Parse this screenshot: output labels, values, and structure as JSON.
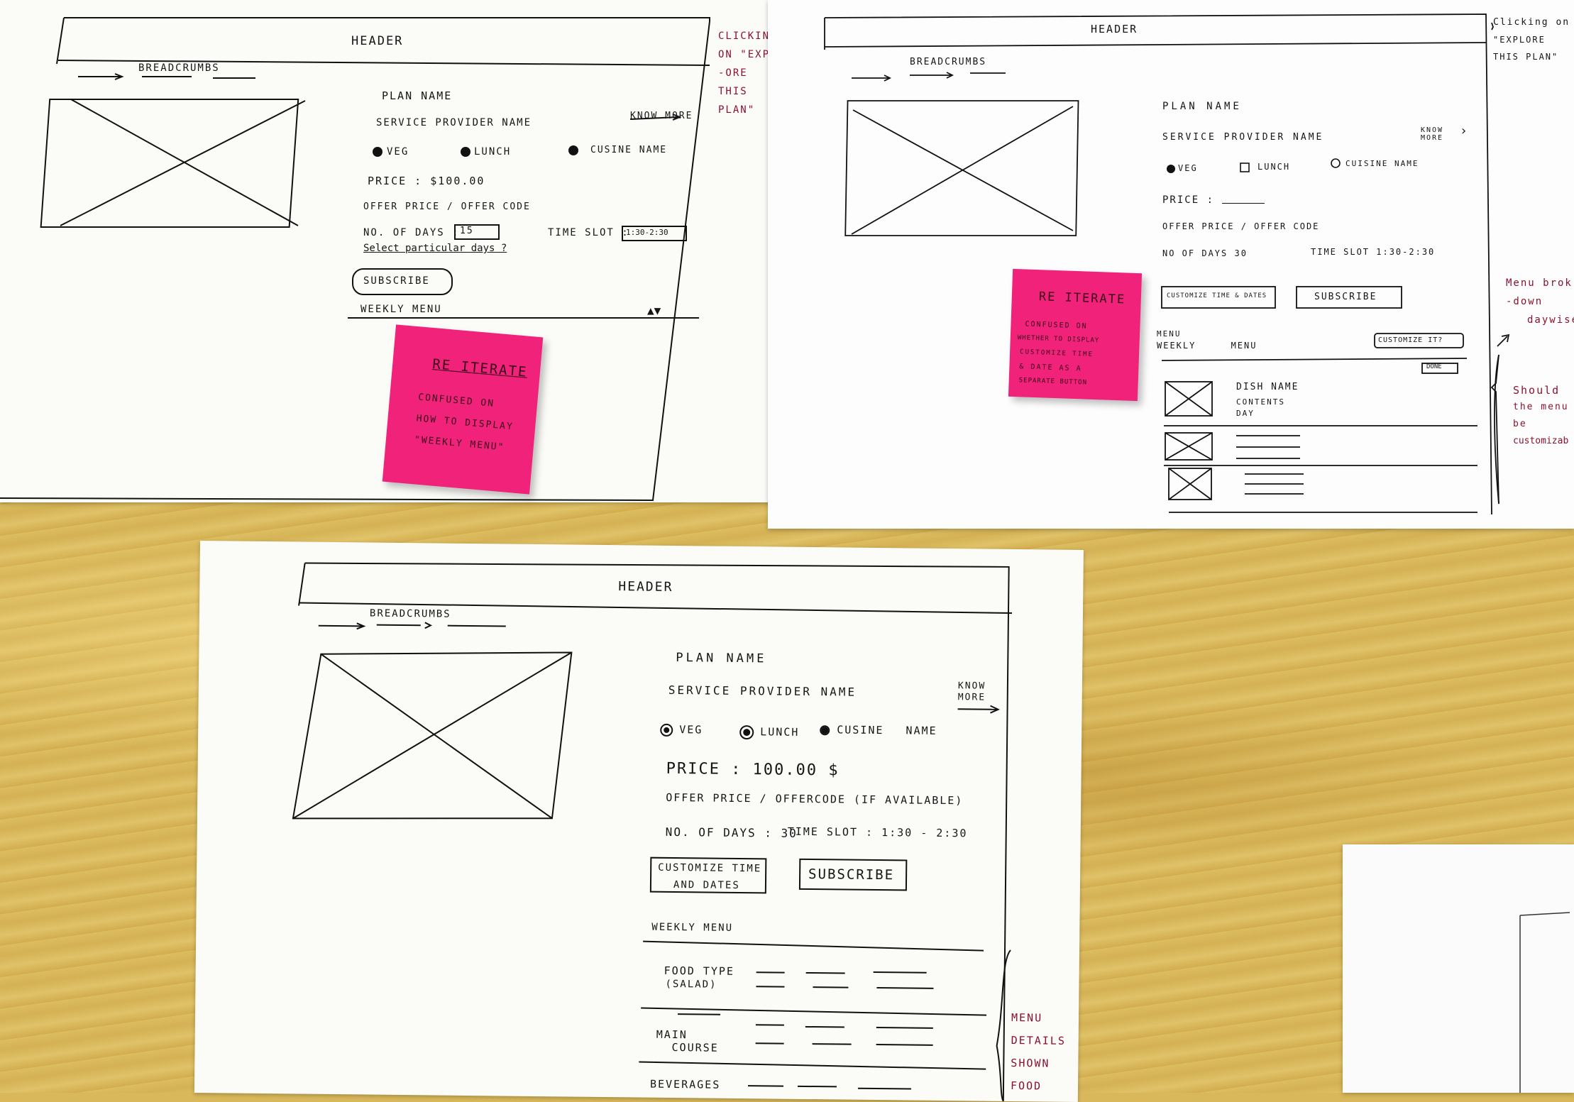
{
  "sheet1": {
    "header": "HEADER",
    "breadcrumbs": "BREADCRUMBS",
    "plan_name": "PLAN NAME",
    "service_provider": "SERVICE PROVIDER NAME",
    "know_more": "KNOW MORE",
    "veg": "VEG",
    "lunch": "LUNCH",
    "cuisine": "CUSINE NAME",
    "price": "PRICE : $100.00",
    "offer": "OFFER PRICE / OFFER CODE",
    "days_label": "NO. OF DAYS :",
    "days_value": "15",
    "time_label": "TIME SLOT :",
    "time_value": "1:30-2:30",
    "select_days": "Select particular days ?",
    "subscribe": "SUBSCRIBE",
    "weekly_menu": "WEEKLY MENU",
    "side_note": [
      "CLICKING",
      "ON \"EXPL",
      "-ORE",
      "THIS",
      "PLAN\""
    ],
    "sticky_title": "RE ITERATE",
    "sticky_lines": [
      "CONFUSED ON",
      "HOW TO DISPLAY",
      "\"WEEKLY MENU\""
    ]
  },
  "sheet2": {
    "header": "HEADER",
    "breadcrumbs": "BREADCRUMBS",
    "plan_name": "PLAN NAME",
    "service_provider": "SERVICE PROVIDER NAME",
    "know_more": "KNOW MORE",
    "veg": "VEG",
    "lunch": "LUNCH",
    "cuisine": "CUISINE NAME",
    "price": "PRICE :",
    "offer": "OFFER PRICE / OFFER CODE",
    "days": "NO OF DAYS 30",
    "time": "TIME SLOT 1:30-2:30",
    "customize": "CUSTOMIZE TIME & DATES",
    "subscribe": "SUBSCRIBE",
    "menu_label": "MENU",
    "weekly_menu": "WEEKLY MENU",
    "customize_it": "CUSTOMIZE IT?",
    "done": "Done",
    "dish_name": "DISH NAME",
    "contents": "CONTENTS",
    "day": "DAY",
    "side_note_top": [
      "Clicking on",
      "\"EXPLORE",
      "THIS PLAN\""
    ],
    "side_note_mid": [
      "Menu brok",
      "-down",
      "daywise"
    ],
    "side_note_bottom": [
      "Should",
      "the menu",
      "be",
      "customizab"
    ],
    "sticky_title": "RE ITERATE",
    "sticky_lines": [
      "CONFUSED ON",
      "WHETHER TO DISPLAY",
      "CUSTOMIZE TIME",
      "& DATE AS A",
      "SEPARATE BUTTON"
    ]
  },
  "sheet3": {
    "header": "HEADER",
    "breadcrumbs": "BREADCRUMBS",
    "plan_name": "PLAN NAME",
    "service_provider": "SERVICE PROVIDER NAME",
    "know_more": "KNOW MORE",
    "veg": "VEG",
    "lunch": "LUNCH",
    "cuisine": "CUSINE NAME",
    "price": "PRICE : 100.00 $",
    "offer": "OFFER PRICE / OFFERCODE (IF AVAILABLE)",
    "days": "NO. OF DAYS : 30",
    "time": "TIME SLOT : 1:30 - 2:30",
    "customize_line1": "CUSTOMIZE TIME",
    "customize_line2": "AND DATES",
    "subscribe": "SUBSCRIBE",
    "weekly_menu": "WEEKLY MENU",
    "food_type": "FOOD TYPE",
    "salad": "(SALAD)",
    "main": "MAIN",
    "course": "COURSE",
    "beverages": "BEVERAGES",
    "side_note": [
      "MENU",
      "DETAILS",
      "SHOWN",
      "FOOD"
    ]
  },
  "colors": {
    "desk": "#d8b85a",
    "paper": "#fbfbf8",
    "sticky": "#f0227a",
    "red_ink": "#8a1230"
  }
}
